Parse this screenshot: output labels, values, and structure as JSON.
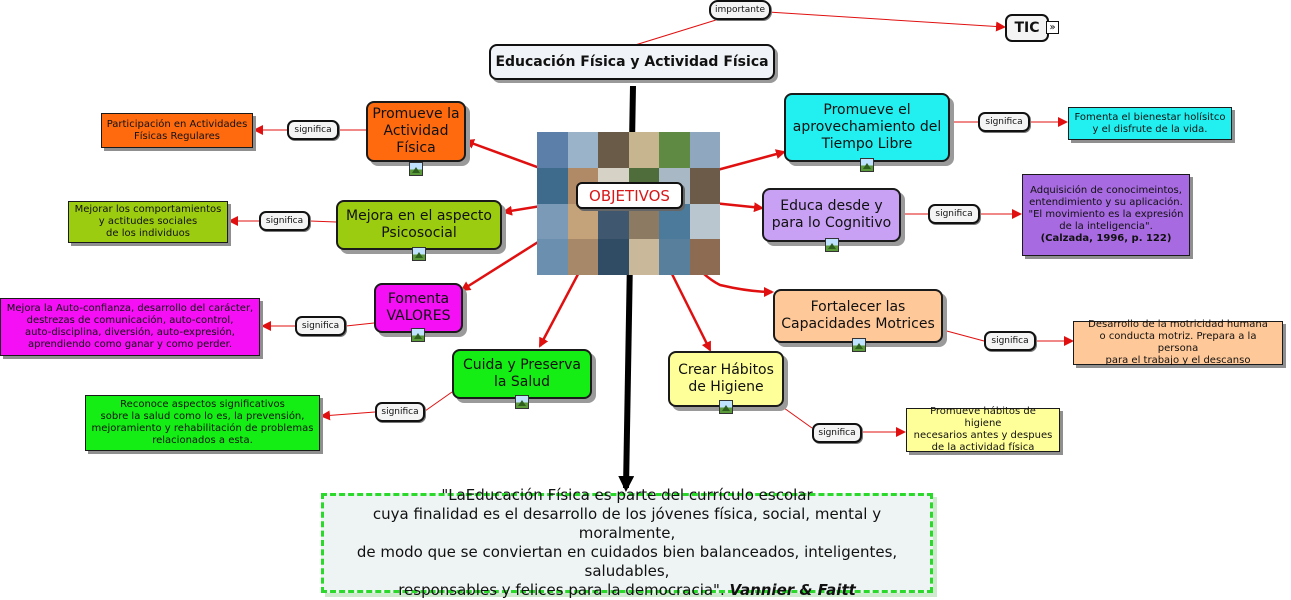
{
  "title": "Educación Física y Actividad Física",
  "importante_label": "importante",
  "tic_label": "TIC",
  "center_label": "OBJETIVOS",
  "link_label": "significa",
  "colors": {
    "link_red": "#e01010",
    "trunk_black": "#000000",
    "orange": "#ff6a0f",
    "cyan": "#22f0f0",
    "lavender": "#c8a0f4",
    "olive": "#9ccc10",
    "magenta": "#f40ff4",
    "green": "#14ee14",
    "yellow": "#ffff9a",
    "peach": "#ffc898",
    "purple": "#a76ae0"
  },
  "objectives": [
    {
      "id": "actividad",
      "label": "Promueve la\nActividad\nFísica",
      "meaning": "Participación en Actividades\nFísicas Regulares"
    },
    {
      "id": "tiempo",
      "label": "Promueve el\naprovechamiento del\nTiempo Libre",
      "meaning": "Fomenta el bienestar holísitco\ny el disfrute de la vida."
    },
    {
      "id": "psicosocial",
      "label": "Mejora en el aspecto\nPsicosocial",
      "meaning": "Mejorar los comportamientos\ny actitudes sociales\nde los individuos"
    },
    {
      "id": "cognitivo",
      "label": "Educa desde y\npara lo Cognitivo",
      "meaning": "Adquisición de conocimeintos,\nentendimiento y su aplicación.\n\"El movimiento es la expresión\nde la inteligencia\".",
      "citation": "(Calzada, 1996, p. 122)"
    },
    {
      "id": "valores",
      "label": "Fomenta\nVALORES",
      "meaning": "Mejora la Auto-confianza, desarrollo del carácter,\ndestrezas de comunicación, auto-control,\nauto-disciplina, diversión, auto-expresión,\naprendiendo como ganar y como perder."
    },
    {
      "id": "motrices",
      "label": "Fortalecer las\nCapacidades Motrices",
      "meaning": "Desarrollo de la motricidad humana\no conducta motriz. Prepara a la persona\npara el trabajo y el descanso"
    },
    {
      "id": "salud",
      "label": "Cuida y Preserva\nla Salud",
      "meaning": "Reconoce aspectos significativos\nsobre la salud como lo es, la prevensión,\nmejoramiento y rehabilitación de problemas\nrelacionados a esta."
    },
    {
      "id": "higiene",
      "label": "Crear Hábitos\nde Higiene",
      "meaning": "Promueve hábitos de higiene\nnecesarios antes y despues\nde la actividad física"
    }
  ],
  "quote": {
    "text": "\"LaEducación Física es parte del currículo escolar\ncuya finalidad es el desarrollo de los jóvenes física, social, mental y moralmente,\nde modo que se conviertan en cuidados bien balanceados, inteligentes, saludables,\nresponsables y felices para la democracia\".",
    "author": "Vannier & Faitt"
  }
}
